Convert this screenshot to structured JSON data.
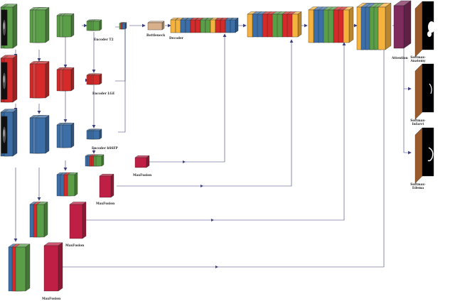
{
  "labels": {
    "encoder_t2": "Encoder T2",
    "encoder_lge": "Encoder LGE",
    "encoder_bssfp": "Encoder bSSFP",
    "bottleneck": "Bottleneck",
    "decoder": "Decoder",
    "attention": "Attention",
    "maxfusion": "MaxFusion",
    "softmax_anatomy_1": "Softmax-",
    "softmax_anatomy_2": "Anatomy",
    "softmax_infarct_1": "Softmax-",
    "softmax_infarct_2": "Infarct",
    "softmax_edema_1": "Softmax-",
    "softmax_edema_2": "Edema"
  },
  "colors": {
    "t2_green": "#5a9e48",
    "lge_red": "#d42a2a",
    "bssfp_blue": "#3c6fa8",
    "fusion_crimson": "#bf1f44",
    "decoder_orange": "#f5b23d",
    "attention_purple": "#7f2b5d",
    "softmax_brown": "#9a5a2a",
    "bottleneck_tan": "#d8b08c",
    "arrow_navy": "#3b3f7a"
  }
}
